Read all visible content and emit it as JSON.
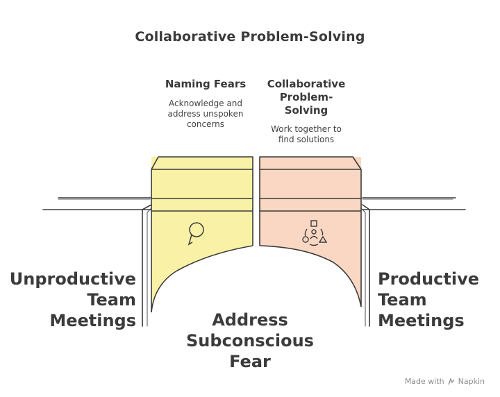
{
  "title": "Collaborative Problem-Solving",
  "left_pillar": {
    "heading": "Naming Fears",
    "description": "Acknowledge and address unspoken concerns",
    "icon": "lightbulb-icon",
    "fill_color": "#f8f1a6"
  },
  "right_pillar": {
    "heading": "Collaborative Problem-Solving",
    "description": "Work together to find solutions",
    "icon": "collaboration-shapes-icon",
    "fill_color": "#f9d7c3"
  },
  "left_bank_label": "Unproductive Team Meetings",
  "right_bank_label": "Productive Team Meetings",
  "gap_label": "Address Subconscious Fear",
  "footer": {
    "made_with": "Made with",
    "brand": "Napkin"
  }
}
